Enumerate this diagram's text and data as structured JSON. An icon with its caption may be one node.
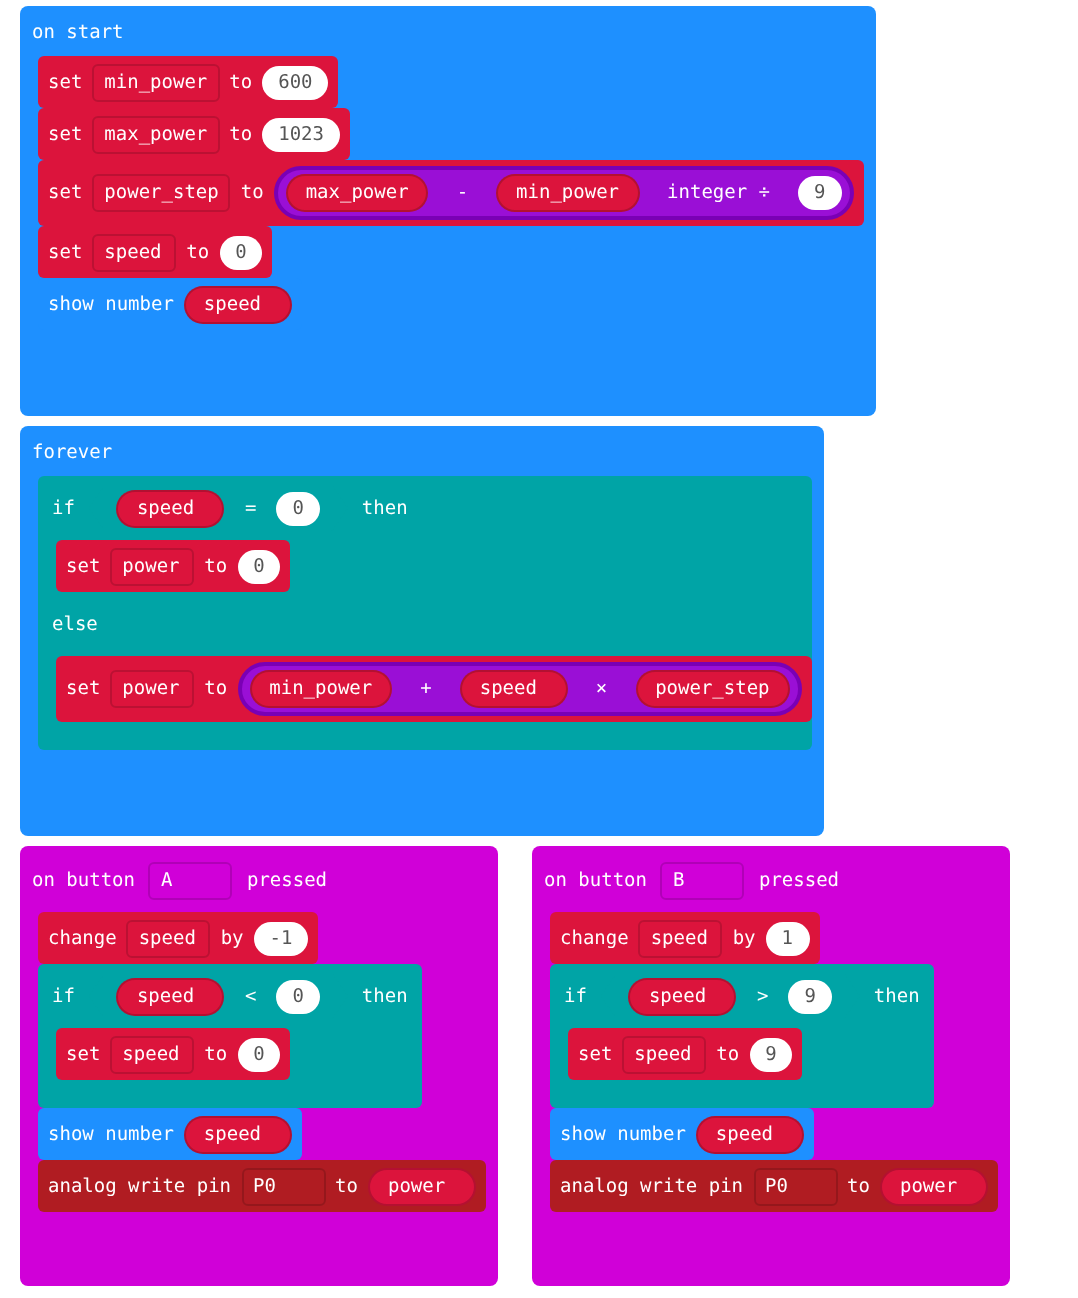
{
  "diagram": {
    "nodes": [
      {
        "text": [
          "on start"
        ]
      },
      {
        "text": [
          "set",
          "to"
        ],
        "in": 0
      },
      {
        "text": [
          "min_power"
        ],
        "in": 1
      },
      {
        "text": [
          "600"
        ],
        "in": 1
      },
      {
        "text": [
          "set",
          "to"
        ],
        "in": 0
      },
      {
        "text": [
          "max_power"
        ],
        "in": 4
      },
      {
        "text": [
          "1023"
        ],
        "in": 4
      },
      {
        "text": [
          "set",
          "to"
        ],
        "in": 0
      },
      {
        "text": [
          "power_step"
        ],
        "in": 7
      },
      {
        "text": [
          "-",
          "integer ÷"
        ],
        "in": 7
      },
      {
        "text": [
          "max_power"
        ],
        "in": 9
      },
      {
        "text": [
          "min_power"
        ],
        "in": 9
      },
      {
        "text": [
          "9"
        ],
        "in": 9
      },
      {
        "text": [
          "set",
          "to"
        ],
        "in": 0
      },
      {
        "text": [
          "speed"
        ],
        "in": 13
      },
      {
        "text": [
          "0"
        ],
        "in": 13
      },
      {
        "text": [
          "show number"
        ],
        "in": 0
      },
      {
        "text": [
          "speed"
        ],
        "in": 16
      },
      {
        "text": [
          "forever"
        ]
      },
      {
        "text": [
          "if",
          "then",
          "else"
        ],
        "in": 18
      },
      {
        "text": [
          "="
        ],
        "in": 19
      },
      {
        "text": [
          "speed"
        ],
        "in": 20
      },
      {
        "text": [
          "0"
        ],
        "in": 20
      },
      {
        "text": [
          "set",
          "to"
        ],
        "in": 19
      },
      {
        "text": [
          "power"
        ],
        "in": 23
      },
      {
        "text": [
          "0"
        ],
        "in": 23
      },
      {
        "text": [
          "set",
          "to"
        ],
        "in": 19
      },
      {
        "text": [
          "power"
        ],
        "in": 26
      },
      {
        "text": [
          "+",
          "×"
        ],
        "in": 26
      },
      {
        "text": [
          "min_power"
        ],
        "in": 28
      },
      {
        "text": [
          "speed"
        ],
        "in": 28
      },
      {
        "text": [
          "power_step"
        ],
        "in": 28
      },
      {
        "text": [
          "on button",
          "pressed"
        ]
      },
      {
        "text": [
          "A"
        ],
        "in": 32
      },
      {
        "text": [
          "change",
          "by"
        ],
        "in": 32
      },
      {
        "text": [
          "speed"
        ],
        "in": 34
      },
      {
        "text": [
          "-1"
        ],
        "in": 34
      },
      {
        "text": [
          "if",
          "then"
        ],
        "in": 32
      },
      {
        "text": [
          "<"
        ],
        "in": 37
      },
      {
        "text": [
          "speed"
        ],
        "in": 38
      },
      {
        "text": [
          "0"
        ],
        "in": 38
      },
      {
        "text": [
          "set",
          "to"
        ],
        "in": 37
      },
      {
        "text": [
          "speed"
        ],
        "in": 41
      },
      {
        "text": [
          "0"
        ],
        "in": 41
      },
      {
        "text": [
          "show number"
        ],
        "in": 32
      },
      {
        "text": [
          "speed"
        ],
        "in": 44
      },
      {
        "text": [
          "analog write pin",
          "to"
        ],
        "in": 32
      },
      {
        "text": [
          "P0"
        ],
        "in": 46
      },
      {
        "text": [
          "power"
        ],
        "in": 46
      },
      {
        "text": [
          "on button",
          "pressed"
        ]
      },
      {
        "text": [
          "B"
        ],
        "in": 49
      },
      {
        "text": [
          "change",
          "by"
        ],
        "in": 49
      },
      {
        "text": [
          "speed"
        ],
        "in": 51
      },
      {
        "text": [
          "1"
        ],
        "in": 51
      },
      {
        "text": [
          "if",
          "then"
        ],
        "in": 49
      },
      {
        "text": [
          ">"
        ],
        "in": 54
      },
      {
        "text": [
          "speed"
        ],
        "in": 55
      },
      {
        "text": [
          "9"
        ],
        "in": 55
      },
      {
        "text": [
          "set",
          "to"
        ],
        "in": 54
      },
      {
        "text": [
          "speed"
        ],
        "in": 58
      },
      {
        "text": [
          "9"
        ],
        "in": 58
      },
      {
        "text": [
          "show number"
        ],
        "in": 49
      },
      {
        "text": [
          "speed"
        ],
        "in": 61
      },
      {
        "text": [
          "analog write pin",
          "to"
        ],
        "in": 49
      },
      {
        "text": [
          "P0"
        ],
        "in": 63
      },
      {
        "text": [
          "power"
        ],
        "in": 63
      }
    ]
  }
}
